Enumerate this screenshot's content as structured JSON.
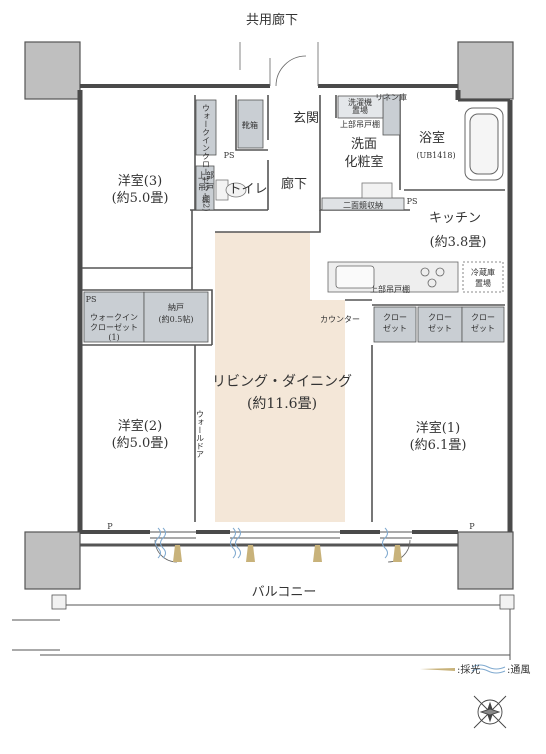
{
  "labels": {
    "common_corridor": "共用廊下",
    "balcony": "バルコニー",
    "genkan": "玄関",
    "kutsubako": "靴箱",
    "senmen": "洗面",
    "keshoushitsu": "化粧室",
    "yokushitsu": "浴室",
    "yokushitsu_size": "(UB1418)",
    "sentakuki_1": "洗濯機",
    "sentakuki_2": "置場",
    "jobu_tsuritodana": "上部吊戸棚",
    "linen": "リネン庫",
    "nimen_kyoshuno": "二面鏡収納",
    "toilet": "トイレ",
    "rouka": "廊下",
    "kitchen": "キッチン",
    "kitchen_size": "(約3.8畳)",
    "reizouko_1": "冷蔵庫",
    "reizouko_2": "置場",
    "jobu_tsuritodana_k": "上部吊戸棚",
    "counter": "カウンター",
    "room3": "洋室(3)",
    "room3_size": "(約5.0畳)",
    "room2": "洋室(2)",
    "room2_size": "(約5.0畳)",
    "room1": "洋室(1)",
    "room1_size": "(約6.1畳)",
    "living": "リビング・ダイニング",
    "living_size": "(約11.6畳)",
    "wic1_a": "ウォークイン",
    "wic1_b": "クローゼット",
    "wic1_c": "(1)",
    "wic2": "ウォークインクローゼット(2)",
    "nando": "納戸",
    "nando_size": "(約0.5帖)",
    "closet": "クロー",
    "closet_2": "ゼット",
    "ps": "PS",
    "p": "P",
    "wall_door": "ウォールドア",
    "jobu_tsuritodana_t1": "上部",
    "jobu_tsuritodana_t2": "吊戸",
    "jobu_tsuritodana_t3": "棚",
    "legend_light": ":採光",
    "legend_wind": ":通風"
  },
  "colors": {
    "wall": "#4a4a4a",
    "living_floor": "#f4e7d8",
    "storage": "#c9ced3",
    "light_arrow": "#c8b27a",
    "wind": "#7fa9cf"
  },
  "icons": [
    "compass-icon",
    "sunlight-arrow-icon",
    "wind-icon"
  ]
}
